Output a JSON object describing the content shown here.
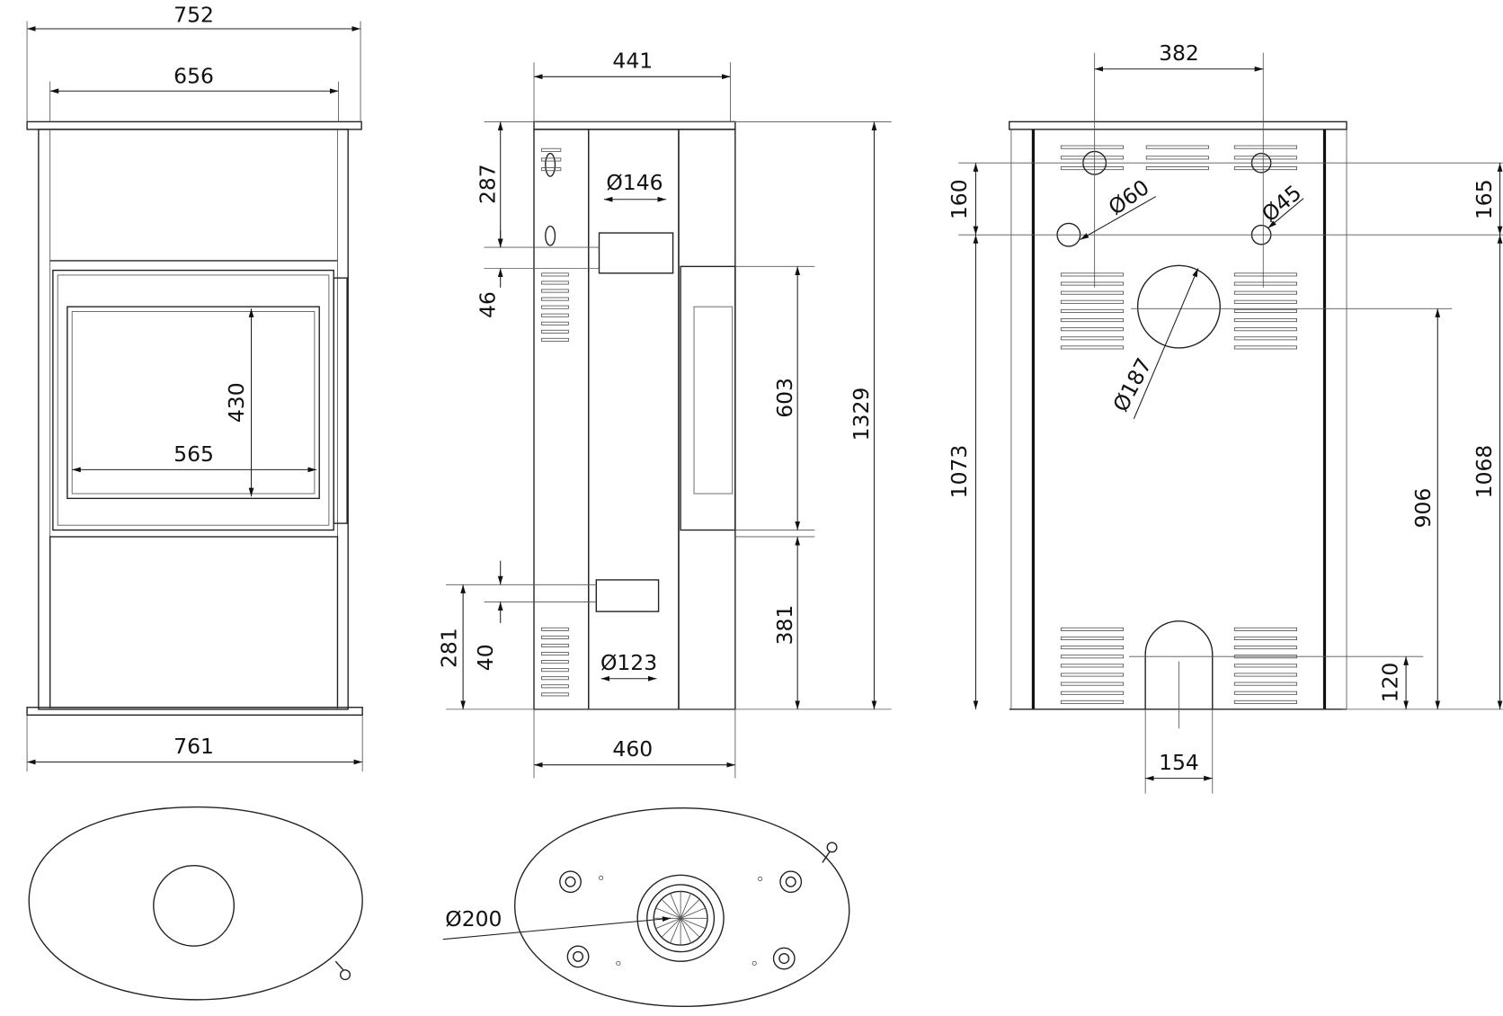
{
  "front_view": {
    "width_top": "752",
    "width_inner": "656",
    "glass_height": "430",
    "glass_width": "565",
    "base_width": "761"
  },
  "side_view": {
    "depth_top": "441",
    "flue_top_offset": "287",
    "flue_diameter_top": "Ø146",
    "flue_height": "46",
    "door_height": "603",
    "total_height": "1329",
    "lower_height": "381",
    "air_inlet_height": "281",
    "air_inlet_size": "40",
    "air_inlet_diameter": "Ø123",
    "base_depth": "460"
  },
  "back_view": {
    "outlet_spacing": "382",
    "outlet_top_offset_left": "160",
    "outlet_height_left": "1073",
    "diameter_60": "Ø60",
    "diameter_45": "Ø45",
    "outlet_top_offset_right": "165",
    "outlet_height_right": "1068",
    "flue_diameter": "Ø187",
    "flue_center_height": "906",
    "inlet_height": "120",
    "inlet_width": "154"
  },
  "bottom_view": {
    "flue_diameter": "Ø200"
  }
}
